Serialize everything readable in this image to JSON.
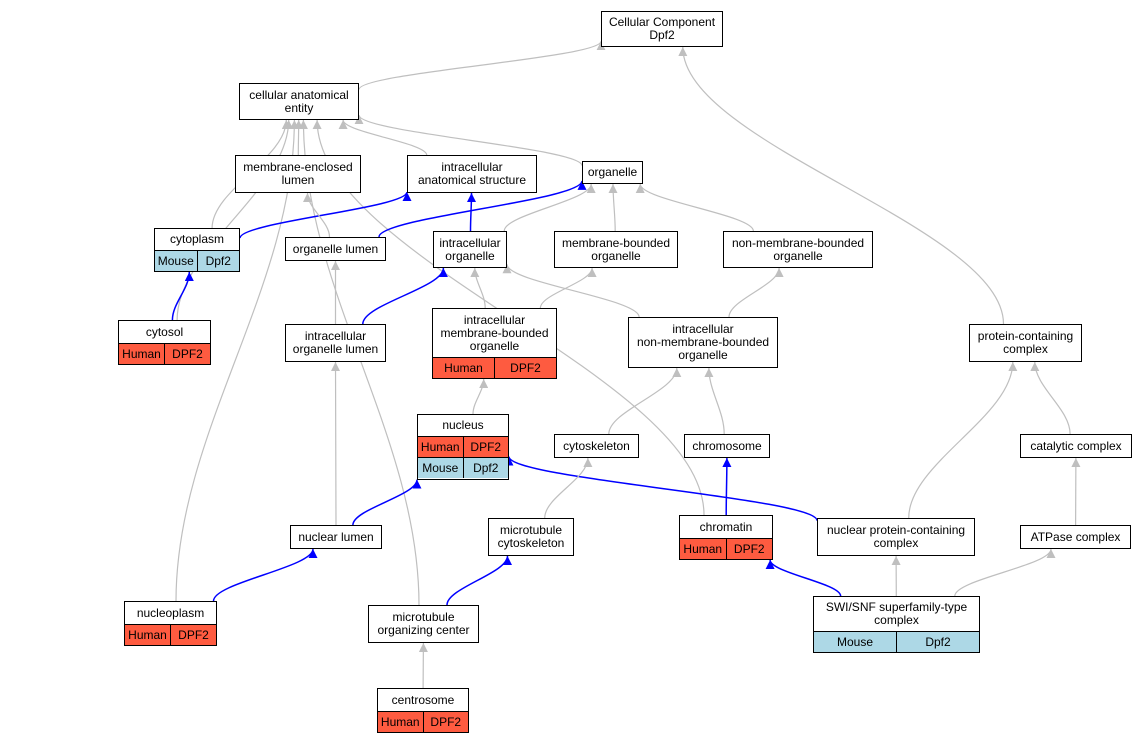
{
  "colors": {
    "human": "#fe5b40",
    "mouse": "#add8e6",
    "is_a_edge": "#bfbfbf",
    "part_of_edge": "#0000ff"
  },
  "nodes": {
    "cc_dpf2": {
      "title": "Cellular Component\nDpf2",
      "tags": []
    },
    "cae": {
      "title": "cellular anatomical\nentity",
      "tags": []
    },
    "mel": {
      "title": "membrane-enclosed\nlumen",
      "tags": []
    },
    "ias": {
      "title": "intracellular\nanatomical structure",
      "tags": []
    },
    "organelle": {
      "title": "organelle",
      "tags": []
    },
    "cytoplasm": {
      "title": "cytoplasm",
      "tags": [
        {
          "label": "Mouse",
          "species": "mouse"
        },
        {
          "label": "Dpf2",
          "species": "mouse"
        }
      ]
    },
    "olumen": {
      "title": "organelle lumen",
      "tags": []
    },
    "iorg": {
      "title": "intracellular\norganelle",
      "tags": []
    },
    "mborg": {
      "title": "membrane-bounded\norganelle",
      "tags": []
    },
    "nmborg": {
      "title": "non-membrane-bounded\norganelle",
      "tags": []
    },
    "cytosol": {
      "title": "cytosol",
      "tags": [
        {
          "label": "Human",
          "species": "human"
        },
        {
          "label": "DPF2",
          "species": "human"
        }
      ]
    },
    "iol": {
      "title": "intracellular\norganelle lumen",
      "tags": []
    },
    "imbo": {
      "title": "intracellular\nmembrane-bounded\norganelle",
      "tags": [
        {
          "label": "Human",
          "species": "human"
        },
        {
          "label": "DPF2",
          "species": "human"
        }
      ]
    },
    "inmbo": {
      "title": "intracellular\nnon-membrane-bounded\norganelle",
      "tags": []
    },
    "pcc": {
      "title": "protein-containing\ncomplex",
      "tags": []
    },
    "nucleus": {
      "title": "nucleus",
      "tags": [
        {
          "label": "Human",
          "species": "human"
        },
        {
          "label": "DPF2",
          "species": "human"
        }
      ],
      "tags2": [
        {
          "label": "Mouse",
          "species": "mouse"
        },
        {
          "label": "Dpf2",
          "species": "mouse"
        }
      ]
    },
    "cytoskeleton": {
      "title": "cytoskeleton",
      "tags": []
    },
    "chromosome": {
      "title": "chromosome",
      "tags": []
    },
    "catalytic": {
      "title": "catalytic complex",
      "tags": []
    },
    "nlumen": {
      "title": "nuclear lumen",
      "tags": []
    },
    "mtcyto": {
      "title": "microtubule\ncytoskeleton",
      "tags": []
    },
    "chromatin": {
      "title": "chromatin",
      "tags": [
        {
          "label": "Human",
          "species": "human"
        },
        {
          "label": "DPF2",
          "species": "human"
        }
      ]
    },
    "npcc": {
      "title": "nuclear protein-containing\ncomplex",
      "tags": []
    },
    "atpase": {
      "title": "ATPase complex",
      "tags": []
    },
    "nucleoplasm": {
      "title": "nucleoplasm",
      "tags": [
        {
          "label": "Human",
          "species": "human"
        },
        {
          "label": "DPF2",
          "species": "human"
        }
      ]
    },
    "mtoc": {
      "title": "microtubule\norganizing center",
      "tags": []
    },
    "swisnf": {
      "title": "SWI/SNF superfamily-type\ncomplex",
      "tags": [
        {
          "label": "Mouse",
          "species": "mouse"
        },
        {
          "label": "Dpf2",
          "species": "mouse"
        }
      ]
    },
    "centrosome": {
      "title": "centrosome",
      "tags": [
        {
          "label": "Human",
          "species": "human"
        },
        {
          "label": "DPF2",
          "species": "human"
        }
      ]
    }
  },
  "edges": [
    {
      "from": "cae",
      "to": "cc_dpf2",
      "kind": "is_a"
    },
    {
      "from": "pcc",
      "to": "cc_dpf2",
      "kind": "is_a"
    },
    {
      "from": "mel",
      "to": "cae",
      "kind": "is_a"
    },
    {
      "from": "ias",
      "to": "cae",
      "kind": "is_a"
    },
    {
      "from": "organelle",
      "to": "cae",
      "kind": "is_a"
    },
    {
      "from": "cytoplasm",
      "to": "cae",
      "kind": "is_a"
    },
    {
      "from": "cytosol",
      "to": "cae",
      "kind": "is_a"
    },
    {
      "from": "nucleoplasm",
      "to": "cae",
      "kind": "is_a"
    },
    {
      "from": "mtoc",
      "to": "cae",
      "kind": "is_a"
    },
    {
      "from": "chromatin",
      "to": "cae",
      "kind": "is_a"
    },
    {
      "from": "cytoplasm",
      "to": "ias",
      "kind": "part_of"
    },
    {
      "from": "olumen",
      "to": "mel",
      "kind": "is_a"
    },
    {
      "from": "olumen",
      "to": "organelle",
      "kind": "part_of"
    },
    {
      "from": "iorg",
      "to": "ias",
      "kind": "part_of"
    },
    {
      "from": "iorg",
      "to": "organelle",
      "kind": "is_a"
    },
    {
      "from": "mborg",
      "to": "organelle",
      "kind": "is_a"
    },
    {
      "from": "nmborg",
      "to": "organelle",
      "kind": "is_a"
    },
    {
      "from": "cytosol",
      "to": "cytoplasm",
      "kind": "part_of"
    },
    {
      "from": "iol",
      "to": "olumen",
      "kind": "is_a"
    },
    {
      "from": "iol",
      "to": "iorg",
      "kind": "part_of"
    },
    {
      "from": "imbo",
      "to": "iorg",
      "kind": "is_a"
    },
    {
      "from": "imbo",
      "to": "mborg",
      "kind": "is_a"
    },
    {
      "from": "inmbo",
      "to": "iorg",
      "kind": "is_a"
    },
    {
      "from": "inmbo",
      "to": "nmborg",
      "kind": "is_a"
    },
    {
      "from": "nucleus",
      "to": "imbo",
      "kind": "is_a"
    },
    {
      "from": "cytoskeleton",
      "to": "inmbo",
      "kind": "is_a"
    },
    {
      "from": "chromosome",
      "to": "inmbo",
      "kind": "is_a"
    },
    {
      "from": "nlumen",
      "to": "iol",
      "kind": "is_a"
    },
    {
      "from": "nlumen",
      "to": "nucleus",
      "kind": "part_of"
    },
    {
      "from": "npcc",
      "to": "nucleus",
      "kind": "part_of"
    },
    {
      "from": "npcc",
      "to": "pcc",
      "kind": "is_a"
    },
    {
      "from": "catalytic",
      "to": "pcc",
      "kind": "is_a"
    },
    {
      "from": "mtcyto",
      "to": "cytoskeleton",
      "kind": "is_a"
    },
    {
      "from": "chromatin",
      "to": "chromosome",
      "kind": "part_of"
    },
    {
      "from": "atpase",
      "to": "catalytic",
      "kind": "is_a"
    },
    {
      "from": "nucleoplasm",
      "to": "nlumen",
      "kind": "part_of"
    },
    {
      "from": "mtoc",
      "to": "mtcyto",
      "kind": "part_of"
    },
    {
      "from": "swisnf",
      "to": "npcc",
      "kind": "is_a"
    },
    {
      "from": "swisnf",
      "to": "atpase",
      "kind": "is_a"
    },
    {
      "from": "swisnf",
      "to": "chromatin",
      "kind": "part_of"
    },
    {
      "from": "centrosome",
      "to": "mtoc",
      "kind": "is_a"
    }
  ]
}
